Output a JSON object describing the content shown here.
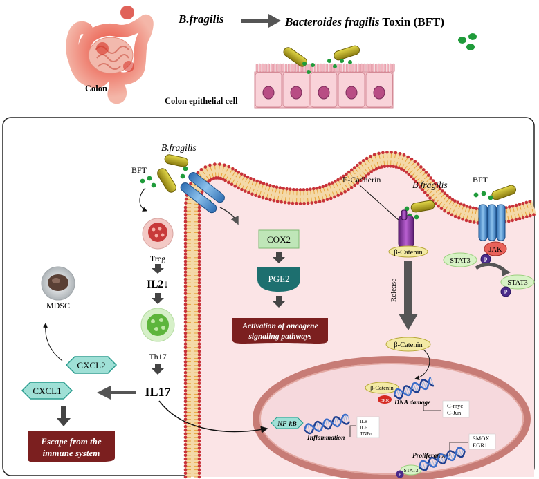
{
  "top": {
    "colon_label": "Colon",
    "bfragilis": "B.fragilis",
    "toxin_italic": "Bacteroides fragilis",
    "toxin_rest": " Toxin (BFT)",
    "epithelial_label": "Colon epithelial cell"
  },
  "panel": {
    "bfragilis_left": "B.fragilis",
    "bft_left": "BFT",
    "treg": "Treg",
    "il2": "IL2↓",
    "th17": "Th17",
    "il17": "IL17",
    "mdsc": "MDSC",
    "cxcl2": "CXCL2",
    "cxcl1": "CXCL1",
    "escape": [
      "Escape from the",
      "immune system"
    ],
    "cox2": "COX2",
    "pge2": "PGE2",
    "activation": [
      "Activation of oncogene",
      "signaling pathways"
    ],
    "ecadherin": "E-Cadherin",
    "bfragilis_mid": "B.fragilis",
    "bft_right": "BFT",
    "beta_catenin_membrane": "β-Catenin",
    "release": "Release",
    "beta_catenin_free": "β-Catenin",
    "jak": "JAK",
    "p": "P",
    "stat3_a": "STAT3",
    "stat3_b": "STAT3"
  },
  "nucleus": {
    "beta_catenin": "β-Catenin",
    "erk": "ERK",
    "dna_damage": "DNA damage",
    "cmyc": "C-myc",
    "cjun": "C-Jun",
    "nfkb": "NF-kB",
    "inflammation": "Inflammation",
    "il8": "IL8",
    "il6": "IL6",
    "tnfa": "TNFα",
    "proliferation": "Proliferation",
    "stat3": "STAT3",
    "smox": "SMOX",
    "egr1": "EGR1"
  },
  "colors": {
    "dark_red": "#7b1f1f",
    "teal": "#1d6f6f",
    "green_box": "#bfe6b8",
    "membrane_head": "#c8323a",
    "membrane_tail": "#e8a43a",
    "cell_fill": "#fbe4e6",
    "nucleus_fill": "#f6d9dd",
    "bacteria": "#c7b521",
    "toxin_green": "#1f9b3a"
  }
}
